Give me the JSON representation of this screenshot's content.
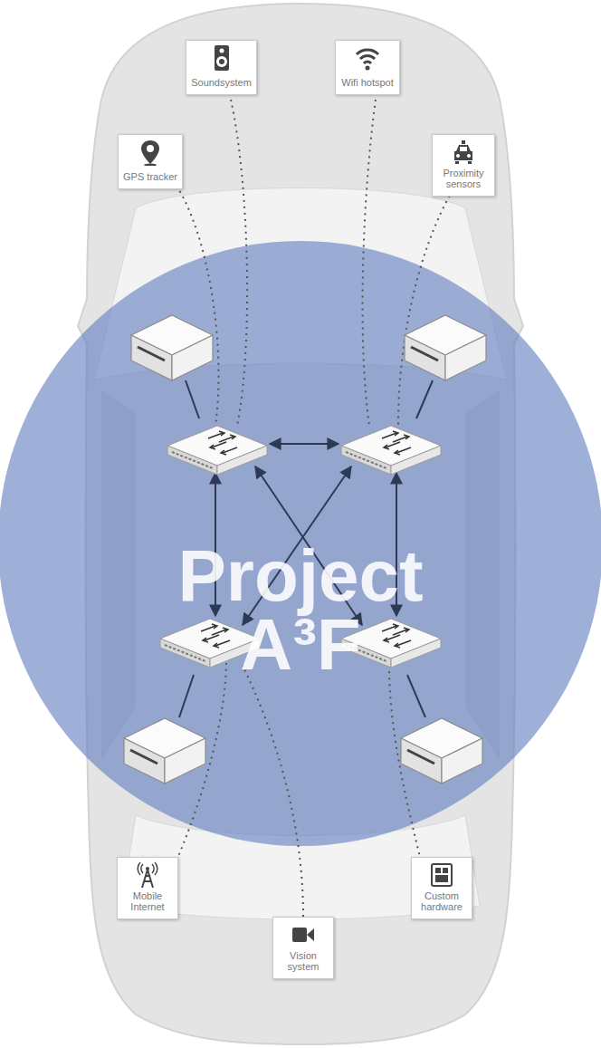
{
  "diagram": {
    "nodes": [
      {
        "text": [
          "GPS tracker"
        ]
      },
      {
        "text": [
          "Soundsystem"
        ]
      },
      {
        "text": [
          "Wifi hotspot"
        ]
      },
      {
        "text": [
          "Proximity sensors"
        ]
      },
      {
        "text": [
          "Mobile Internet"
        ]
      },
      {
        "text": [
          "Vision system"
        ]
      },
      {
        "text": [
          "Custom hardware"
        ]
      }
    ],
    "labels": [
      "Project A³F"
    ]
  }
}
